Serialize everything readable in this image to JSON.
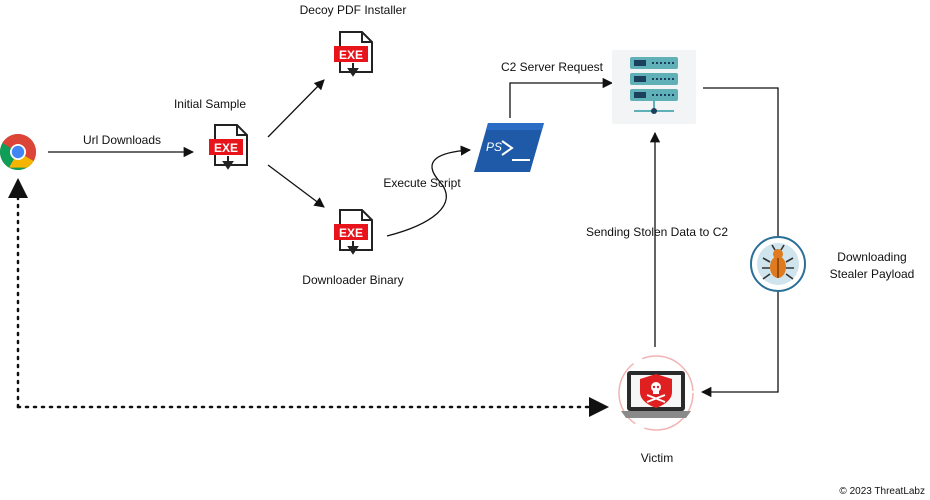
{
  "nodes": {
    "browser": {
      "icon": "chrome-icon"
    },
    "initial_sample": {
      "label": "Initial Sample",
      "badge": "EXE",
      "icon": "exe-file-icon"
    },
    "decoy": {
      "label": "Decoy PDF Installer",
      "badge": "EXE",
      "icon": "exe-file-icon"
    },
    "downloader": {
      "label": "Downloader Binary",
      "badge": "EXE",
      "icon": "exe-file-icon"
    },
    "powershell": {
      "icon": "powershell-icon",
      "prompt": "PS"
    },
    "c2_server": {
      "icon": "server-icon"
    },
    "stealer": {
      "icon": "bug-icon"
    },
    "victim": {
      "label": "Victim",
      "icon": "infected-laptop-icon"
    }
  },
  "edges": {
    "url_downloads": "Url Downloads",
    "execute_script": "Execute Script",
    "c2_request": "C2 Server Request",
    "stolen_data": "Sending Stolen Data to C2",
    "downloading_line1": "Downloading",
    "downloading_line2": "Stealer Payload"
  },
  "footer": {
    "copyright": "© 2023 ThreatLabz"
  },
  "colors": {
    "exe_red": "#e8141c",
    "ps_blue": "#1f5aa8",
    "server_teal": "#5fb0b7",
    "server_dark": "#1c3f5e",
    "bug_orange": "#e07a1f",
    "badge_ring": "#2a6f97",
    "alert_red": "#e02020"
  }
}
